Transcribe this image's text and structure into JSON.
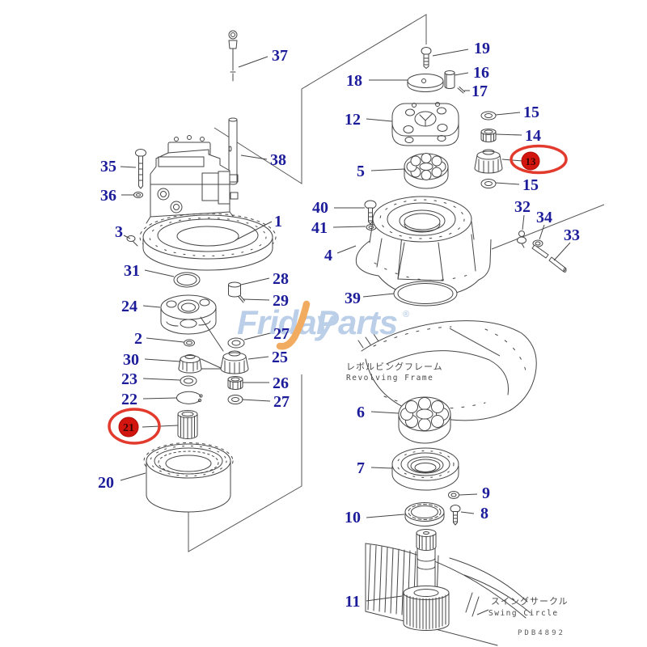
{
  "drawing": {
    "code": "PDB4892"
  },
  "watermark": {
    "word1": "Friday",
    "word2": "Parts",
    "registered": "®"
  },
  "annotations": {
    "revolving_frame_jp": "レボルビングフレーム",
    "revolving_frame_en": "Revolving Frame",
    "swing_circle_jp": "スイングサークル",
    "swing_circle_en": "Swing Circle"
  },
  "colors": {
    "callout": "#1c1c9a",
    "highlight_red": "#e23b2e",
    "badge_red": "#d2150e",
    "line": "#454545",
    "watermark_blue": "#b5cae6",
    "watermark_orange": "#f0a452"
  },
  "callouts": [
    {
      "n": "37"
    },
    {
      "n": "38"
    },
    {
      "n": "35"
    },
    {
      "n": "36"
    },
    {
      "n": "3"
    },
    {
      "n": "1"
    },
    {
      "n": "31"
    },
    {
      "n": "24"
    },
    {
      "n": "28"
    },
    {
      "n": "29"
    },
    {
      "n": "2"
    },
    {
      "n": "30"
    },
    {
      "n": "23"
    },
    {
      "n": "22"
    },
    {
      "n": "21",
      "highlighted": true
    },
    {
      "n": "20"
    },
    {
      "n": "27"
    },
    {
      "n": "25"
    },
    {
      "n": "26"
    },
    {
      "n": "27"
    },
    {
      "n": "19"
    },
    {
      "n": "18"
    },
    {
      "n": "16"
    },
    {
      "n": "17"
    },
    {
      "n": "12"
    },
    {
      "n": "15"
    },
    {
      "n": "14"
    },
    {
      "n": "13",
      "highlighted": true
    },
    {
      "n": "15"
    },
    {
      "n": "5"
    },
    {
      "n": "40"
    },
    {
      "n": "41"
    },
    {
      "n": "4"
    },
    {
      "n": "39"
    },
    {
      "n": "32"
    },
    {
      "n": "34"
    },
    {
      "n": "33"
    },
    {
      "n": "6"
    },
    {
      "n": "7"
    },
    {
      "n": "9"
    },
    {
      "n": "8"
    },
    {
      "n": "10"
    },
    {
      "n": "11"
    }
  ]
}
